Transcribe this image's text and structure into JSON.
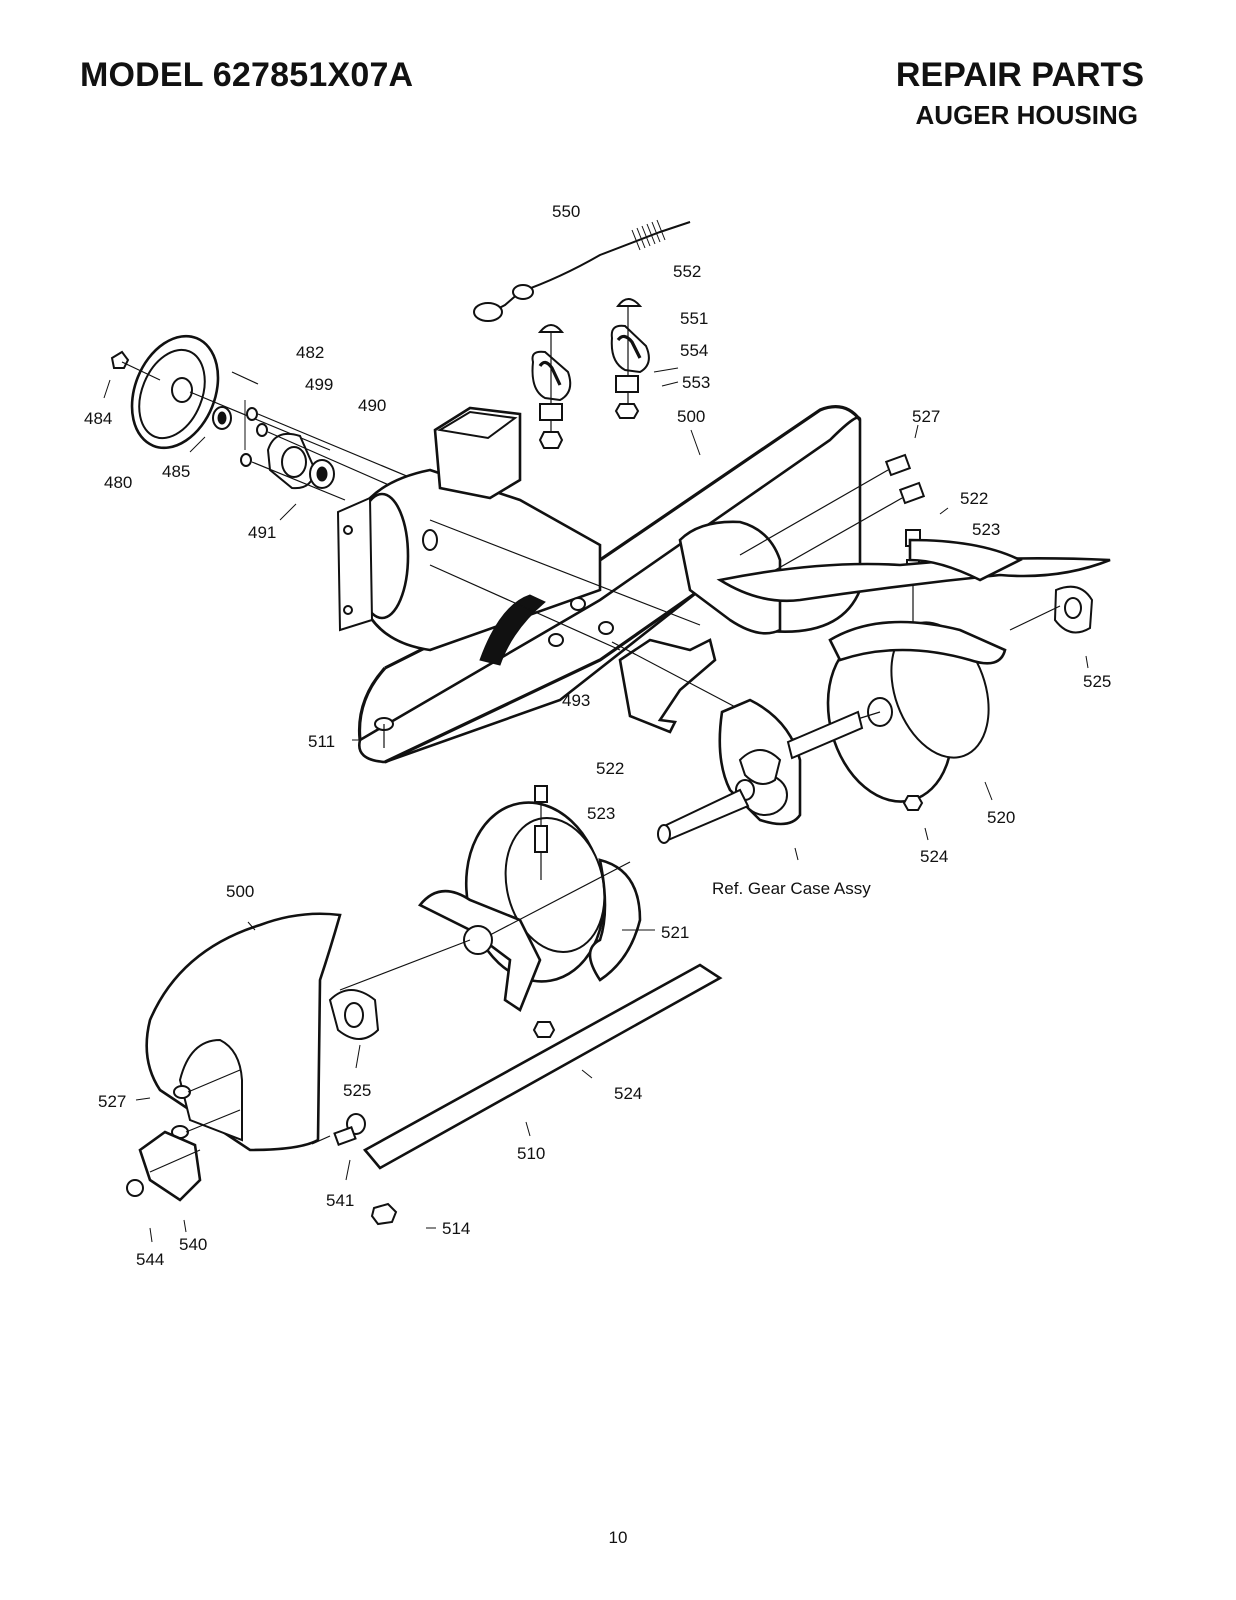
{
  "header": {
    "model_title": "MODEL 627851X07A",
    "section_title": "REPAIR PARTS",
    "section_subtitle": "AUGER HOUSING"
  },
  "callouts": [
    {
      "id": "c550",
      "label": "550"
    },
    {
      "id": "c552",
      "label": "552"
    },
    {
      "id": "c551",
      "label": "551"
    },
    {
      "id": "c554",
      "label": "554"
    },
    {
      "id": "c553",
      "label": "553"
    },
    {
      "id": "c482",
      "label": "482"
    },
    {
      "id": "c499",
      "label": "499"
    },
    {
      "id": "c490",
      "label": "490"
    },
    {
      "id": "c500a",
      "label": "500"
    },
    {
      "id": "c527a",
      "label": "527"
    },
    {
      "id": "c484",
      "label": "484"
    },
    {
      "id": "c480",
      "label": "480"
    },
    {
      "id": "c485",
      "label": "485"
    },
    {
      "id": "c491",
      "label": "491"
    },
    {
      "id": "c522a",
      "label": "522"
    },
    {
      "id": "c523a",
      "label": "523"
    },
    {
      "id": "c525a",
      "label": "525"
    },
    {
      "id": "c493",
      "label": "493"
    },
    {
      "id": "c511",
      "label": "511"
    },
    {
      "id": "c522b",
      "label": "522"
    },
    {
      "id": "c523b",
      "label": "523"
    },
    {
      "id": "c520",
      "label": "520"
    },
    {
      "id": "c524a",
      "label": "524"
    },
    {
      "id": "cref",
      "label": "Ref. Gear Case Assy"
    },
    {
      "id": "c500b",
      "label": "500"
    },
    {
      "id": "c521",
      "label": "521"
    },
    {
      "id": "c527b",
      "label": "527"
    },
    {
      "id": "c525b",
      "label": "525"
    },
    {
      "id": "c524b",
      "label": "524"
    },
    {
      "id": "c510",
      "label": "510"
    },
    {
      "id": "c541",
      "label": "541"
    },
    {
      "id": "c514",
      "label": "514"
    },
    {
      "id": "c540",
      "label": "540"
    },
    {
      "id": "c544",
      "label": "544"
    }
  ],
  "page_number": "10"
}
